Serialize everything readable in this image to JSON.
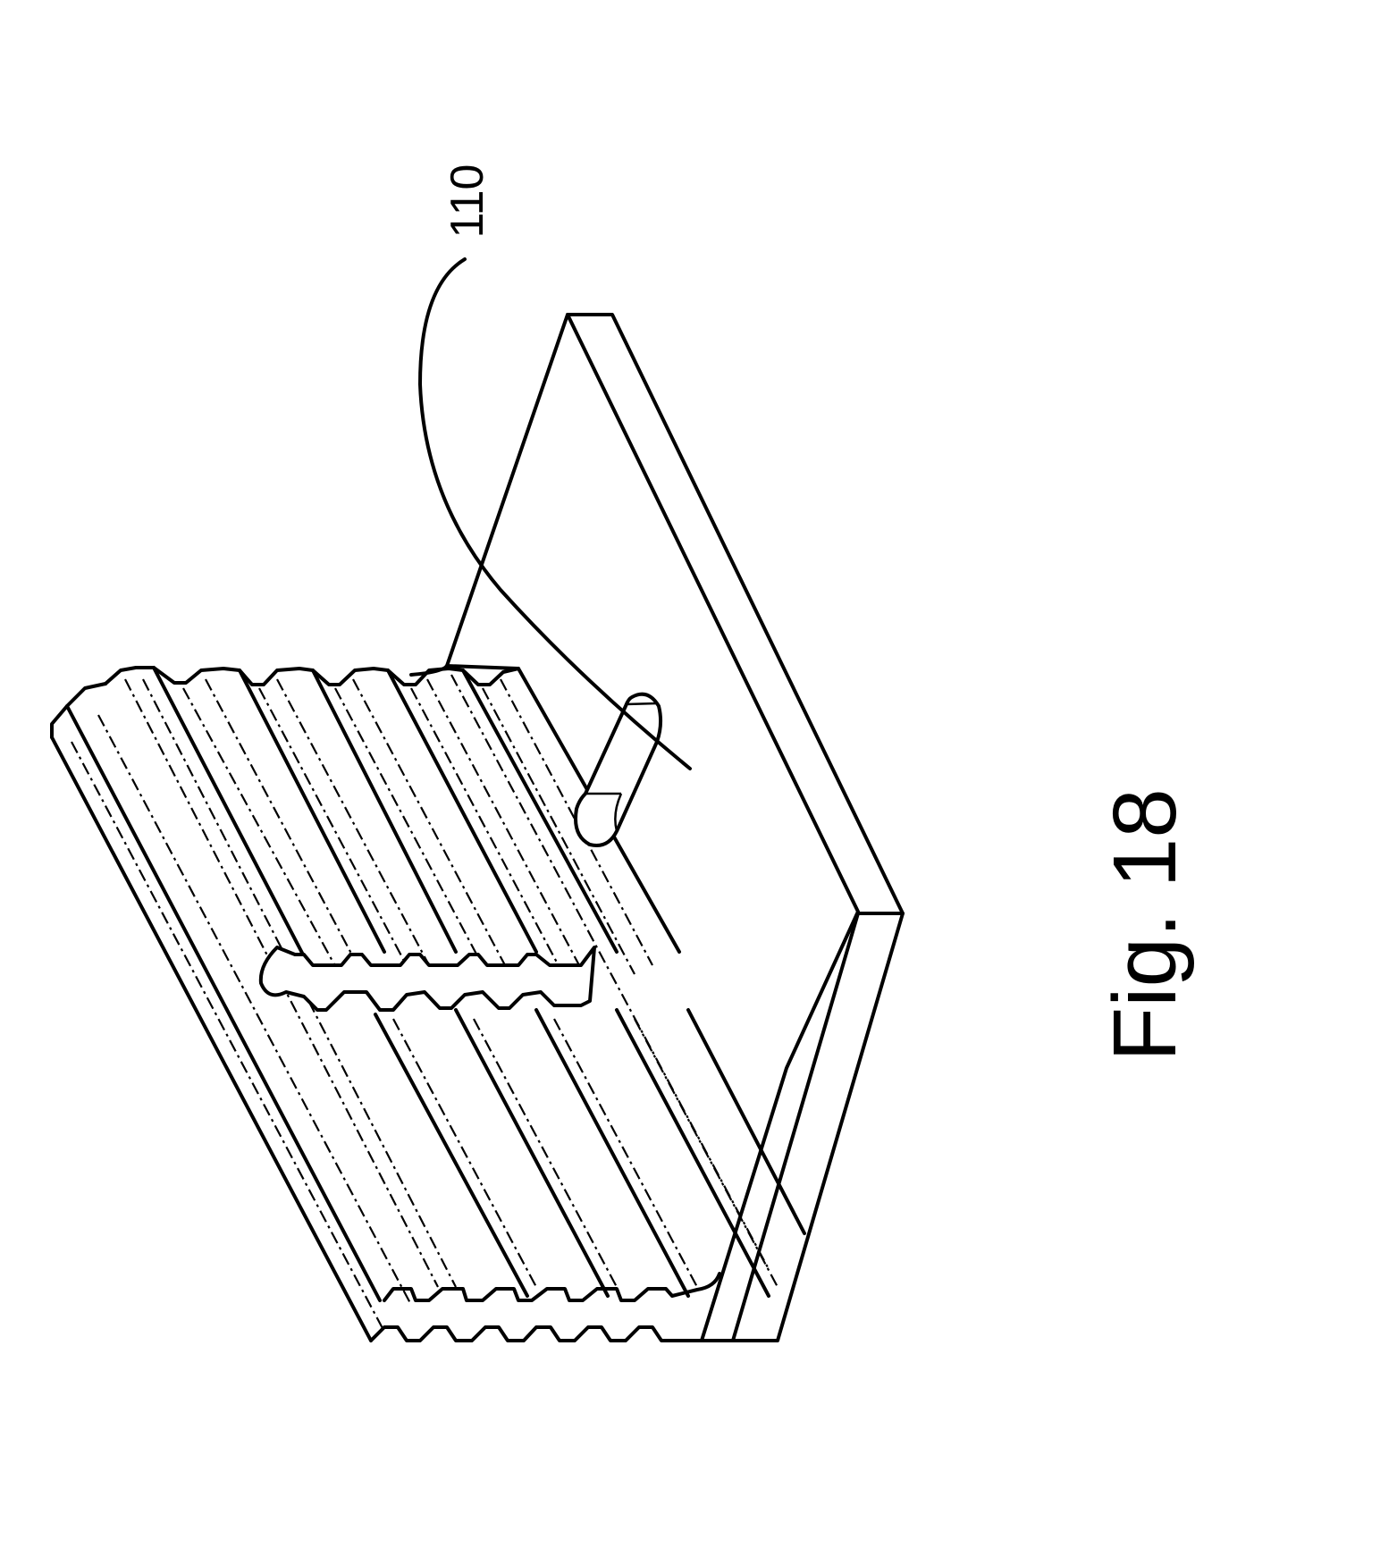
{
  "figure": {
    "caption": "Fig. 18",
    "caption_rotation_deg": -90,
    "background": "#ffffff",
    "line_color": "#000000"
  },
  "reference_numerals": [
    {
      "label": "110",
      "rotation_deg": -90,
      "points_to": "elongated slot/boss on base plate"
    }
  ],
  "components": {
    "base_plate": "flat rectangular plate with visible thickness edge",
    "ribbed_wall": "upright wall with parallel longitudinal ribs, split by a transverse notch",
    "slot": "elongated rounded slot/boss on plate surface"
  }
}
